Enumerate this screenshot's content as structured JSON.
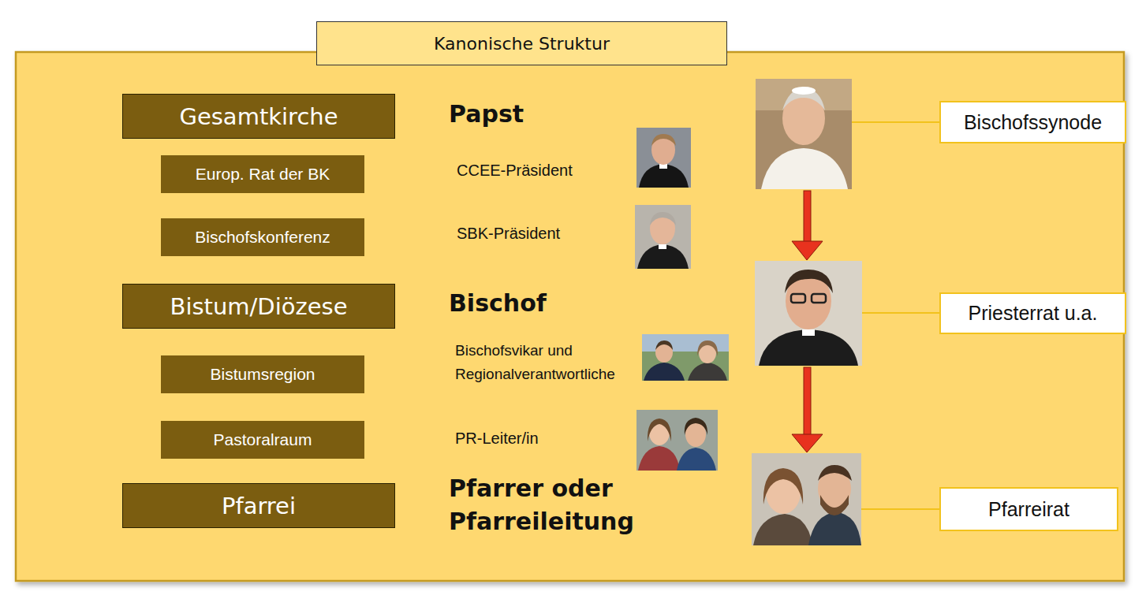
{
  "diagram": {
    "title": "Kanonische Struktur",
    "nodes": [
      {
        "text": [
          "Gesamtkirche"
        ]
      },
      {
        "text": [
          "Bischofssynode"
        ]
      },
      {
        "text": [
          "Europ. Rat der BK"
        ]
      },
      {
        "text": [
          "Bischofskonferenz"
        ]
      },
      {
        "text": [
          "Bistum/Diözese"
        ]
      },
      {
        "text": [
          "Priesterrat u.a."
        ]
      },
      {
        "text": [
          "Bistumsregion"
        ]
      },
      {
        "text": [
          "Pastoralraum"
        ]
      },
      {
        "text": [
          "Pfarrei"
        ]
      },
      {
        "text": [
          "Pfarreirat"
        ]
      }
    ],
    "labels": [
      "Papst",
      "CCEE-Präsident",
      "SBK-Präsident",
      "Bischof",
      "Bischofsvikar und Regionalverantwortliche",
      "PR-Leiter/in",
      "Pfarrer oder Pfarreileitung"
    ]
  }
}
